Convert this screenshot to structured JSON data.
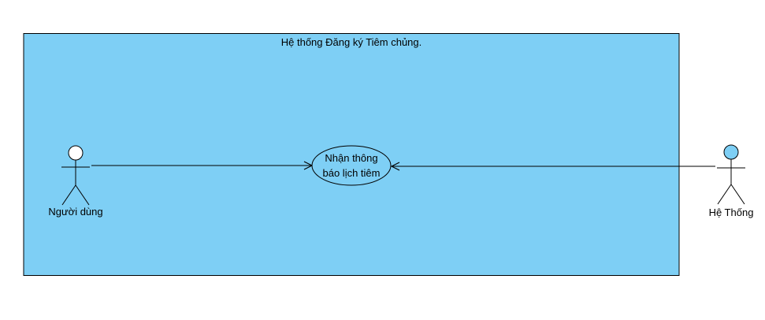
{
  "colors": {
    "system_fill": "#7ecff5",
    "stroke": "#000000",
    "actor_right_head_fill": "#7ecff5",
    "usecase_fill": "#7ecff5",
    "background": "#ffffff"
  },
  "system": {
    "title": "Hệ thống Đăng ký Tiêm chủng."
  },
  "usecase": {
    "line1": "Nhận thông",
    "line2": "báo lịch tiêm"
  },
  "actors": {
    "left": {
      "label": "Người dùng"
    },
    "right": {
      "label": "Hệ Thống"
    }
  }
}
